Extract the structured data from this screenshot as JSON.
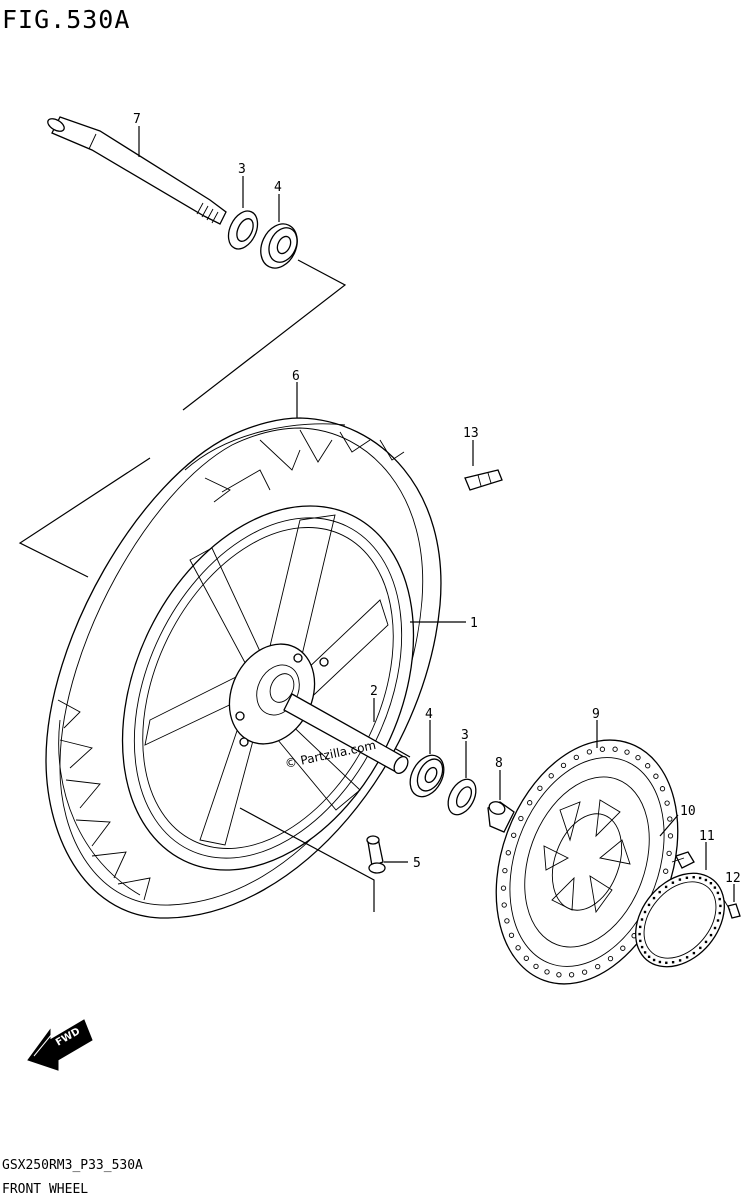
{
  "header": {
    "figure_title": "FIG.530A"
  },
  "callouts": [
    {
      "id": "callout-7",
      "label": "7"
    },
    {
      "id": "callout-3-top",
      "label": "3"
    },
    {
      "id": "callout-4-top",
      "label": "4"
    },
    {
      "id": "callout-6",
      "label": "6"
    },
    {
      "id": "callout-13",
      "label": "13"
    },
    {
      "id": "callout-1",
      "label": "1"
    },
    {
      "id": "callout-2",
      "label": "2"
    },
    {
      "id": "callout-4-bottom",
      "label": "4"
    },
    {
      "id": "callout-3-bottom",
      "label": "3"
    },
    {
      "id": "callout-8",
      "label": "8"
    },
    {
      "id": "callout-9",
      "label": "9"
    },
    {
      "id": "callout-10",
      "label": "10"
    },
    {
      "id": "callout-11",
      "label": "11"
    },
    {
      "id": "callout-12",
      "label": "12"
    },
    {
      "id": "callout-5",
      "label": "5"
    }
  ],
  "watermark": "© Partzilla.com",
  "badge": {
    "text": "FWD"
  },
  "footer": {
    "code": "GSX250RM3_P33_530A",
    "caption": "FRONT WHEEL"
  }
}
